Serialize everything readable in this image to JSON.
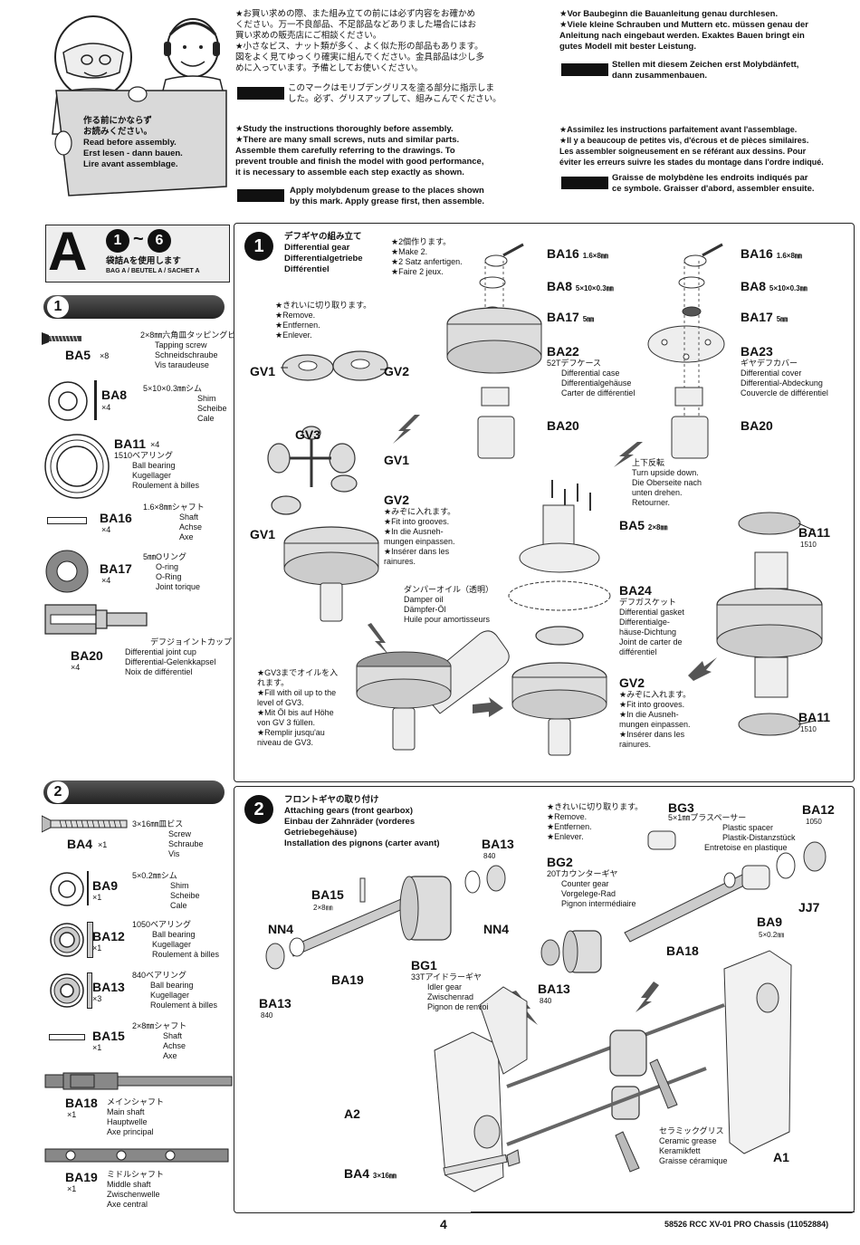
{
  "header": {
    "jp_col1": [
      "★お買い求めの際、また組み立ての前には必ず内容をお確かめ",
      "ください。万一不良部品、不足部品などありました場合にはお",
      "買い求めの販売店にご相談ください。",
      "★小さなビス、ナット類が多く、よく似た形の部品もあります。",
      "図をよく見てゆっくり確実に組んでください。金具部品は少し多",
      "めに入っています。予備としてお使いください。"
    ],
    "jp_grease": [
      "このマークはモリブデングリスを塗る部分に指示しま",
      "した。必ず、グリスアップして、組みこんでください。"
    ],
    "de_col": [
      "★Vor Baubeginn die Bauanleitung genau durchlesen.",
      "★Viele kleine Schrauben und Muttern etc. müssen genau der",
      "Anleitung nach eingebaut werden. Exaktes Bauen bringt ein",
      "gutes Modell mit bester Leistung."
    ],
    "de_grease": [
      "Stellen mit diesem Zeichen erst Molybdänfett,",
      "dann zusammenbauen."
    ],
    "en_col": [
      "★Study the instructions thoroughly before assembly.",
      "★There are many small screws, nuts and similar parts.",
      "Assemble them carefully referring to the drawings. To",
      "prevent trouble and finish the model with good performance,",
      "it is necessary to assemble each step exactly as shown."
    ],
    "en_grease": [
      "Apply molybdenum grease to the places shown",
      "by this mark. Apply grease first, then assemble."
    ],
    "fr_col": [
      "★Assimilez les instructions parfaitement avant l'assemblage.",
      "★Il y a beaucoup de petites vis, d'écrous et de pièces similaires.",
      "Les assembler soigneusement en se référant aux dessins. Pour",
      "éviter les erreurs suivre les stades du montage dans l'ordre indiqué."
    ],
    "fr_grease": [
      "Graisse de molybdène les endroits indiqués par",
      "ce symbole. Graisser d'abord, assembler ensuite."
    ],
    "before_assembly": [
      "作る前にかならず",
      "お読みください。",
      "Read before assembly.",
      "Erst lesen - dann bauen.",
      "Lire avant assemblage."
    ]
  },
  "bag": {
    "letter": "A",
    "step_from": "1",
    "tilde": "~",
    "step_to": "6",
    "jp": "袋詰Aを使用します",
    "multi": "BAG A / BEUTEL A / SACHET A"
  },
  "parts_step1": {
    "number": "1",
    "items": [
      {
        "code": "BA5",
        "qty": "×8",
        "desc": [
          "2×8㎜六角皿タッピングビス",
          "Tapping screw",
          "Schneidschraube",
          "Vis taraudeuse"
        ]
      },
      {
        "code": "BA8",
        "qty": "×4",
        "desc": [
          "5×10×0.3㎜シム",
          "Shim",
          "Scheibe",
          "Cale"
        ]
      },
      {
        "code": "BA11",
        "qty": "×4",
        "desc": [
          "1510ベアリング",
          "Ball bearing",
          "Kugellager",
          "Roulement à billes"
        ]
      },
      {
        "code": "BA16",
        "qty": "×4",
        "desc": [
          "1.6×8㎜シャフト",
          "Shaft",
          "Achse",
          "Axe"
        ]
      },
      {
        "code": "BA17",
        "qty": "×4",
        "desc": [
          "5㎜Oリング",
          "O-ring",
          "O-Ring",
          "Joint torique"
        ]
      },
      {
        "code": "BA20",
        "qty": "×4",
        "desc": [
          "デフジョイントカップ",
          "Differential joint cup",
          "Differential-Gelenkkapsel",
          "Noix de différentiel"
        ]
      }
    ]
  },
  "parts_step2": {
    "number": "2",
    "items": [
      {
        "code": "BA4",
        "qty": "×1",
        "desc": [
          "3×16㎜皿ビス",
          "Screw",
          "Schraube",
          "Vis"
        ]
      },
      {
        "code": "BA9",
        "qty": "×1",
        "desc": [
          "5×0.2㎜シム",
          "Shim",
          "Scheibe",
          "Cale"
        ]
      },
      {
        "code": "BA12",
        "qty": "×1",
        "desc": [
          "1050ベアリング",
          "Ball bearing",
          "Kugellager",
          "Roulement à billes"
        ]
      },
      {
        "code": "BA13",
        "qty": "×3",
        "desc": [
          "840ベアリング",
          "Ball bearing",
          "Kugellager",
          "Roulement à billes"
        ]
      },
      {
        "code": "BA15",
        "qty": "×1",
        "desc": [
          "2×8㎜シャフト",
          "Shaft",
          "Achse",
          "Axe"
        ]
      },
      {
        "code": "BA18",
        "qty": "×1",
        "desc": [
          "メインシャフト",
          "Main shaft",
          "Hauptwelle",
          "Axe principal"
        ]
      },
      {
        "code": "BA19",
        "qty": "×1",
        "desc": [
          "ミドルシャフト",
          "Middle shaft",
          "Zwischenwelle",
          "Axe central"
        ]
      }
    ]
  },
  "step1": {
    "number": "1",
    "title": [
      "デフギヤの組み立て",
      "Differential gear",
      "Differentialgetriebe",
      "Différentiel"
    ],
    "make2": [
      "★2個作ります。",
      "★Make 2.",
      "★2 Satz anfertigen.",
      "★Faire 2 jeux."
    ],
    "remove": [
      "★きれいに切り取ります。",
      "★Remove.",
      "★Entfernen.",
      "★Enlever."
    ],
    "fit_grooves": [
      "★みぞに入れます。",
      "★Fit into grooves.",
      "★In die Ausneh-",
      "mungen einpassen.",
      "★Insérer dans les",
      "rainures."
    ],
    "fit_grooves2": [
      "★みぞに入れます。",
      "★Fit into grooves.",
      "★In die Ausneh-",
      "mungen einpassen.",
      "★Insérer dans les",
      "rainures."
    ],
    "damper_oil": [
      "ダンパーオイル（透明）",
      "Damper oil",
      "Dämpfer-Öl",
      "Huile pour amortisseurs"
    ],
    "fill_oil": [
      "★GV3までオイルを入",
      "れます。",
      "★Fill with oil up to the",
      "level of GV3.",
      "★Mit Öl bis auf Höhe",
      "von GV 3 füllen.",
      "★Remplir jusqu'au",
      "niveau de GV3."
    ],
    "upside_down": [
      "上下反転",
      "Turn upside down.",
      "Die Oberseite nach",
      "unten drehen.",
      "Retourner."
    ],
    "labels": {
      "gv1": "GV1",
      "gv2": "GV2",
      "gv3": "GV3",
      "ba16": "BA16",
      "ba16_size": "1.6×8㎜",
      "ba8": "BA8",
      "ba8_size": "5×10×0.3㎜",
      "ba17": "BA17",
      "ba17_size": "5㎜",
      "ba22": "BA22",
      "ba22_desc": [
        "52Tデフケース",
        "Differential case",
        "Differentialgehäuse",
        "Carter de différentiel"
      ],
      "ba23": "BA23",
      "ba23_desc": [
        "ギヤデフカバー",
        "Differential cover",
        "Differential-Abdeckung",
        "Couvercle de différentiel"
      ],
      "ba20": "BA20",
      "ba5": "BA5",
      "ba5_size": "2×8㎜",
      "ba24": "BA24",
      "ba24_desc": [
        "デフガスケット",
        "Differential gasket",
        "Differentialge-",
        "häuse-Dichtung",
        "Joint de carter de",
        "différentiel"
      ],
      "ba11": "BA11",
      "ba11_size": "1510"
    }
  },
  "step2": {
    "number": "2",
    "title": [
      "フロントギヤの取り付け",
      "Attaching gears (front gearbox)",
      "Einbau der Zahnräder (vorderes",
      "Getriebegehäuse)",
      "Installation des pignons (carter avant)"
    ],
    "remove": [
      "★きれいに切り取ります。",
      "★Remove.",
      "★Entfernen.",
      "★Enlever."
    ],
    "labels": {
      "bg3": "BG3",
      "bg3_desc": [
        "5×1㎜プラスペーサー",
        "Plastic spacer",
        "Plastik-Distanzstück",
        "Entretoise en plastique"
      ],
      "ba12": "BA12",
      "ba12_size": "1050",
      "ba13": "BA13",
      "ba13_size": "840",
      "bg2": "BG2",
      "bg2_desc": [
        "20Tカウンターギヤ",
        "Counter gear",
        "Vorgelege-Rad",
        "Pignon intermédiaire"
      ],
      "ba15": "BA15",
      "ba15_size": "2×8㎜",
      "nn4": "NN4",
      "bg1": "BG1",
      "bg1_desc": [
        "33Tアイドラーギヤ",
        "Idler gear",
        "Zwischenrad",
        "Pignon de renvoi"
      ],
      "ba19": "BA19",
      "ba18": "BA18",
      "ba9": "BA9",
      "ba9_size": "5×0.2㎜",
      "jj7": "JJ7",
      "a2": "A2",
      "a1": "A1",
      "ba4": "BA4",
      "ba4_size": "3×16㎜",
      "ceramic": [
        "セラミックグリス",
        "Ceramic grease",
        "Keramikfett",
        "Graisse céramique"
      ]
    }
  },
  "footer": {
    "page": "4",
    "code": "58526 RCC XV-01 PRO Chassis (11052884)"
  }
}
